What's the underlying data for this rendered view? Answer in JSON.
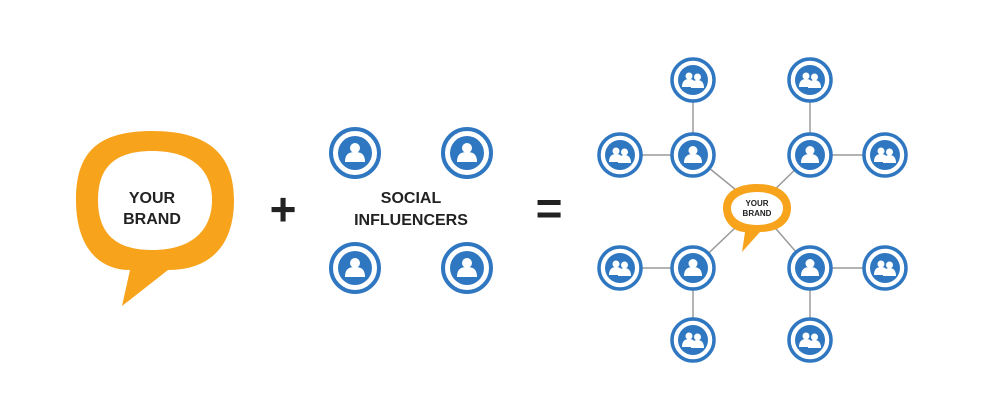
{
  "brand_left": {
    "line1": "YOUR",
    "line2": "BRAND"
  },
  "plus_sign": "+",
  "equals_sign": "=",
  "influencers": {
    "line1": "SOCIAL",
    "line2": "INFLUENCERS"
  },
  "brand_center": {
    "line1": "YOUR",
    "line2": "BRAND"
  },
  "icons": {
    "influencer": "single-person-icon",
    "audience": "people-group-icon",
    "brand": "speech-bubble-icon"
  },
  "colors": {
    "brand_orange": "#f7a31c",
    "influencer_blue": "#2f77c0",
    "connector_gray": "#9a9a9a",
    "text_dark": "#222222"
  }
}
